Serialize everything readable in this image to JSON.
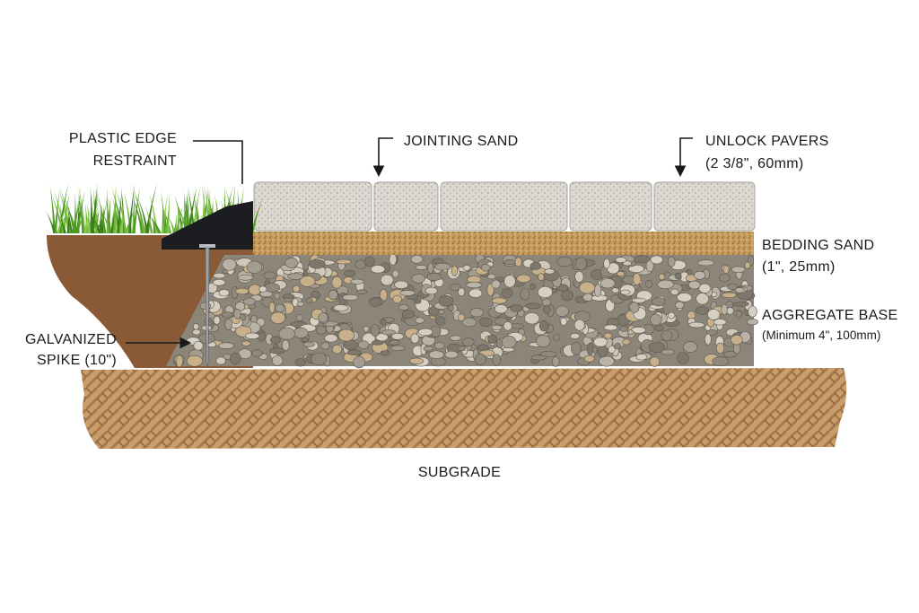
{
  "diagram": {
    "type": "paver cross-section",
    "colors": {
      "paver": "#d9d5cf",
      "bedding_sand": "#c9a060",
      "aggregate": "#8c8579",
      "soil": "#8a5a36",
      "subgrade": "#c9a070",
      "grass": "#5aa02c",
      "edge_restraint": "#1b1d20",
      "spike": "#a0a4a8"
    },
    "labels": {
      "edge_restraint_line1": "PLASTIC EDGE",
      "edge_restraint_line2": "RESTRAINT",
      "jointing_sand": "JOINTING SAND",
      "pavers_line1": "UNLOCK PAVERS",
      "pavers_line2": "(2 3/8\", 60mm)",
      "bedding_sand_line1": "BEDDING SAND",
      "bedding_sand_line2": "(1\", 25mm)",
      "aggregate_line1": "AGGREGATE BASE",
      "aggregate_line2": "(Minimum 4\", 100mm)",
      "spike_line1": "GALVANIZED",
      "spike_line2": "SPIKE (10\")",
      "subgrade": "SUBGRADE"
    }
  }
}
